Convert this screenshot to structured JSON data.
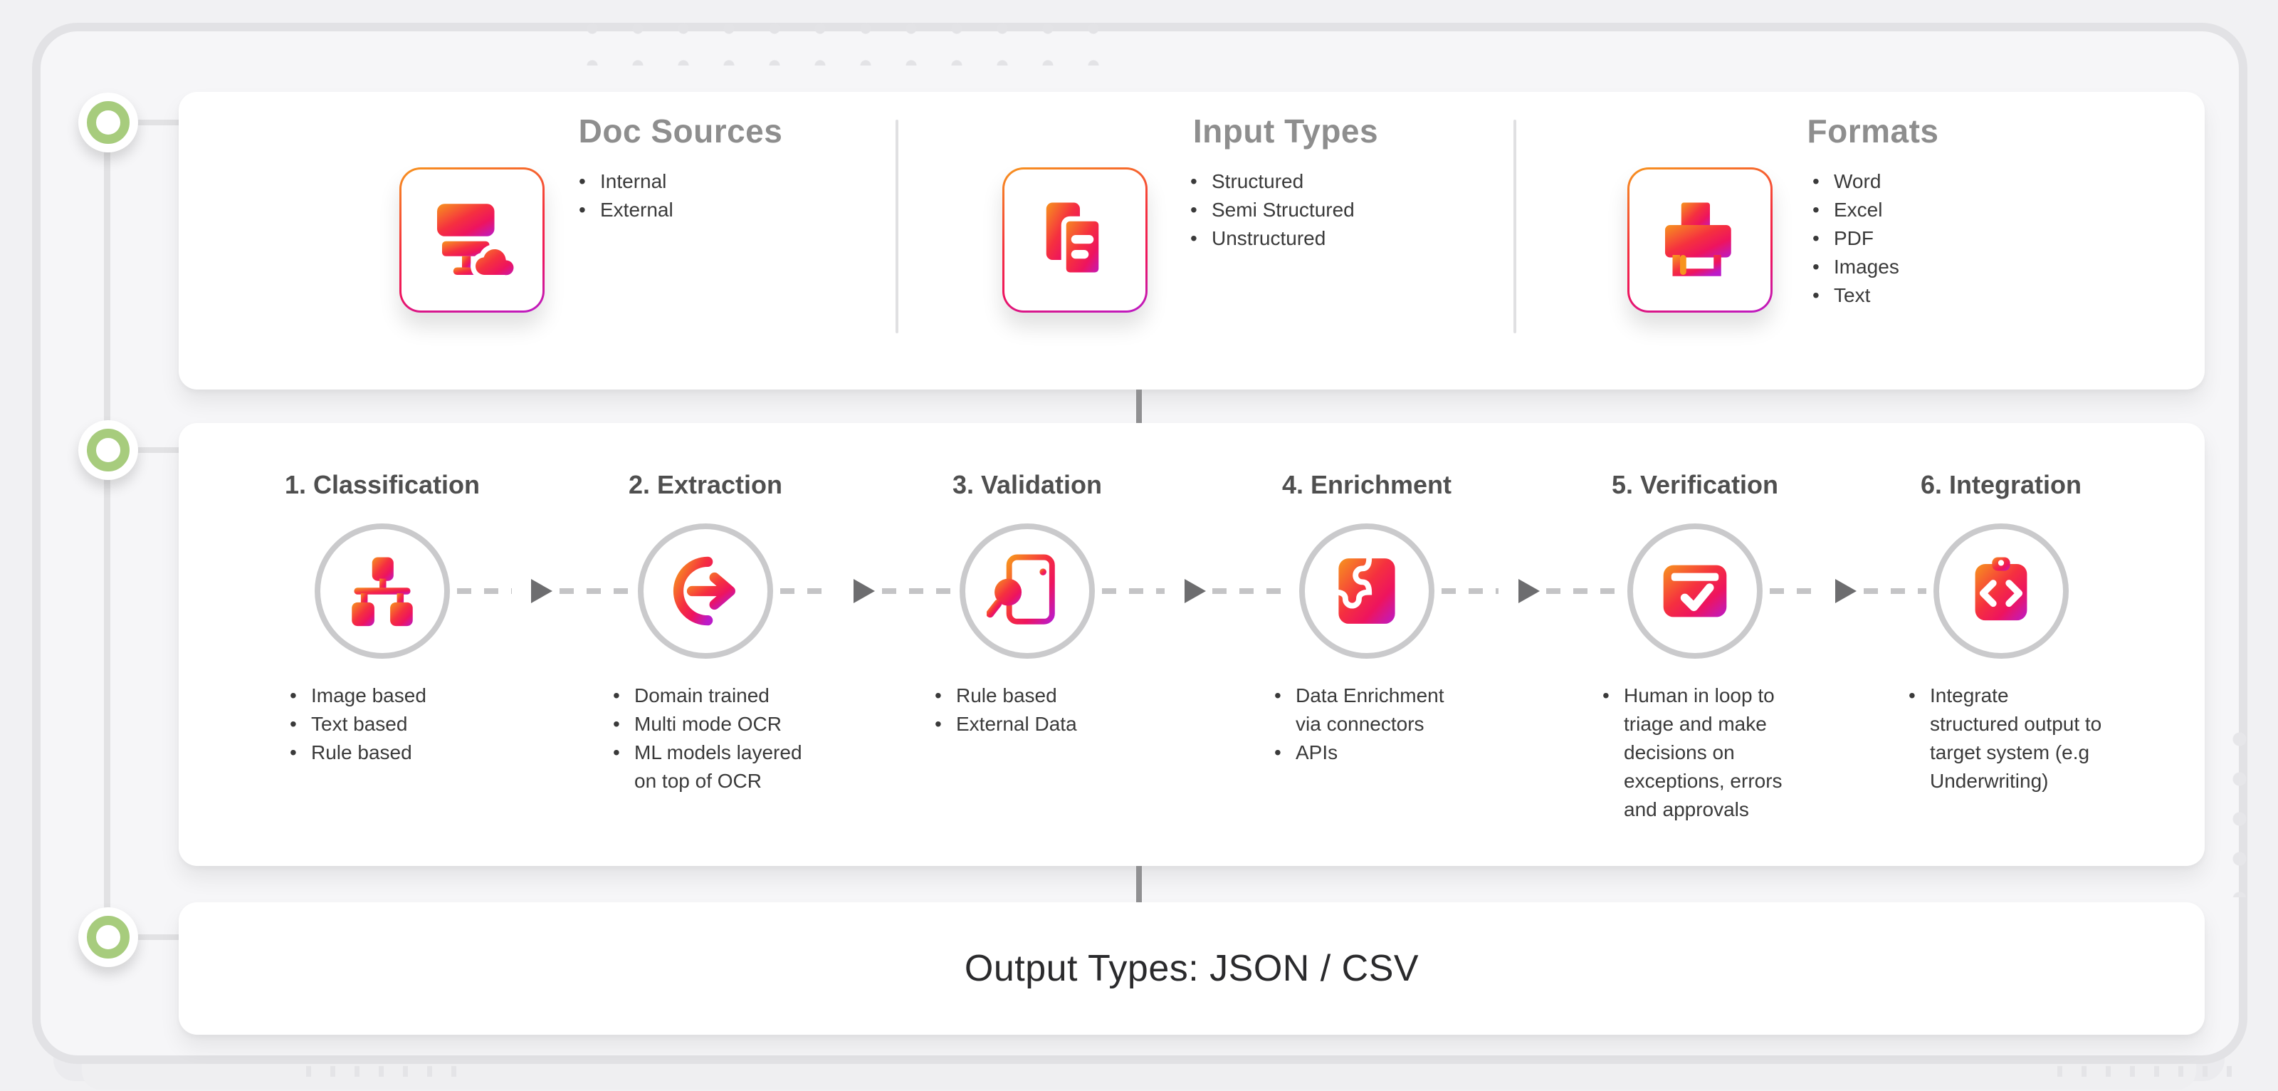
{
  "colors": {
    "accent_gradient_start": "#F7941E",
    "accent_gradient_mid": "#EE145E",
    "accent_gradient_end": "#BB1BC9",
    "timeline_green": "#A7CC7D",
    "section_header_gray": "#8E8E8E",
    "step_title_gray": "#4F4F4F",
    "body_text": "#3A3A3A"
  },
  "top_card": {
    "sections": [
      {
        "title": "Doc Sources",
        "icon": "desktop-cloud-icon",
        "items": [
          "Internal",
          "External"
        ]
      },
      {
        "title": "Input Types",
        "icon": "documents-icon",
        "items": [
          "Structured",
          "Semi Structured",
          "Unstructured"
        ]
      },
      {
        "title": "Formats",
        "icon": "printer-icon",
        "items": [
          "Word",
          "Excel",
          "PDF",
          "Images",
          "Text"
        ]
      }
    ]
  },
  "process_card": {
    "steps": [
      {
        "title": "1. Classification",
        "icon": "sitemap-icon",
        "items": [
          "Image based",
          "Text based",
          "Rule based"
        ]
      },
      {
        "title": "2. Extraction",
        "icon": "export-arrow-icon",
        "items": [
          "Domain trained",
          "Multi mode OCR",
          "ML models layered on top of OCR"
        ]
      },
      {
        "title": "3. Validation",
        "icon": "document-search-icon",
        "items": [
          "Rule based",
          "External Data"
        ]
      },
      {
        "title": "4. Enrichment",
        "icon": "puzzle-icon",
        "items": [
          "Data Enrichment via connectors",
          "APIs"
        ]
      },
      {
        "title": "5. Verification",
        "icon": "card-check-icon",
        "items": [
          "Human in loop to triage and make decisions on exceptions, errors and approvals"
        ]
      },
      {
        "title": "6. Integration",
        "icon": "clipboard-code-icon",
        "items": [
          "Integrate structured output to target system (e.g Underwriting)"
        ]
      }
    ]
  },
  "output_card": {
    "label": "Output Types: JSON / CSV"
  }
}
